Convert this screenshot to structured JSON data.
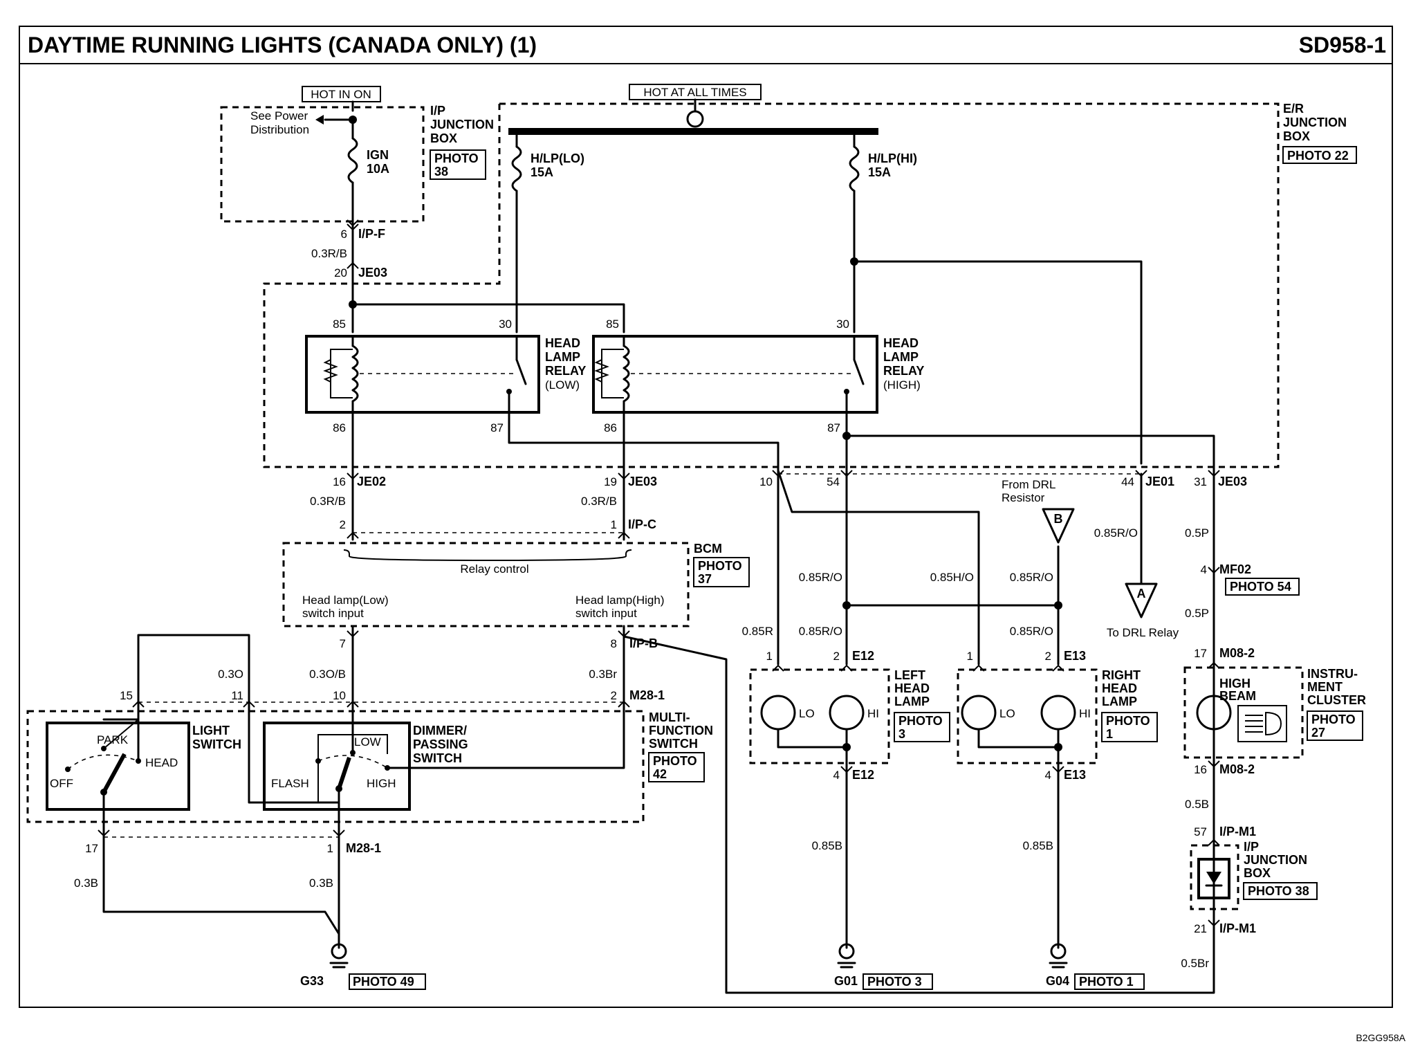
{
  "header": {
    "title": "DAYTIME RUNNING LIGHTS (CANADA ONLY) (1)",
    "code": "SD958-1"
  },
  "footer": {
    "ref": "B2GG958A"
  },
  "power": {
    "hot_in_on": "HOT IN ON",
    "hot_at_all_times": "HOT AT ALL TIMES",
    "see_power_1": "See Power",
    "see_power_2": "Distribution",
    "ign_fuse_1": "IGN",
    "ign_fuse_2": "10A",
    "hlp_lo_1": "H/LP(LO)",
    "hlp_lo_2": "15A",
    "hlp_hi_1": "H/LP(HI)",
    "hlp_hi_2": "15A"
  },
  "boxes": {
    "ip_jb_1": "I/P",
    "ip_jb_2": "JUNCTION",
    "ip_jb_3": "BOX",
    "ip_jb_photo_1": "PHOTO",
    "ip_jb_photo_2": "38",
    "er_jb_1": "E/R",
    "er_jb_2": "JUNCTION",
    "er_jb_3": "BOX",
    "er_jb_photo": "PHOTO 22",
    "relay_low_1": "HEAD",
    "relay_low_2": "LAMP",
    "relay_low_3": "RELAY",
    "relay_low_4": "(LOW)",
    "relay_high_1": "HEAD",
    "relay_high_2": "LAMP",
    "relay_high_3": "RELAY",
    "relay_high_4": "(HIGH)",
    "bcm": "BCM",
    "bcm_photo_1": "PHOTO",
    "bcm_photo_2": "37",
    "relay_control": "Relay control",
    "hl_low_in_1": "Head lamp(Low)",
    "hl_low_in_2": "switch input",
    "hl_high_in_1": "Head lamp(High)",
    "hl_high_in_2": "switch input",
    "light_switch_1": "LIGHT",
    "light_switch_2": "SWITCH",
    "park": "PARK",
    "head": "HEAD",
    "off": "OFF",
    "dimmer_1": "DIMMER/",
    "dimmer_2": "PASSING",
    "dimmer_3": "SWITCH",
    "low": "LOW",
    "flash": "FLASH",
    "high": "HIGH",
    "mfs_1": "MULTI-",
    "mfs_2": "FUNCTION",
    "mfs_3": "SWITCH",
    "mfs_photo_1": "PHOTO",
    "mfs_photo_2": "42",
    "left_lamp_1": "LEFT",
    "left_lamp_2": "HEAD",
    "left_lamp_3": "LAMP",
    "left_photo_1": "PHOTO",
    "left_photo_2": "3",
    "right_lamp_1": "RIGHT",
    "right_lamp_2": "HEAD",
    "right_lamp_3": "LAMP",
    "right_photo_1": "PHOTO",
    "right_photo_2": "1",
    "lo": "LO",
    "hi": "HI",
    "high_beam_1": "HIGH",
    "high_beam_2": "BEAM",
    "cluster_1": "INSTRU-",
    "cluster_2": "MENT",
    "cluster_3": "CLUSTER",
    "cluster_photo_1": "PHOTO",
    "cluster_photo_2": "27",
    "ip_jb2_1": "I/P",
    "ip_jb2_2": "JUNCTION",
    "ip_jb2_3": "BOX",
    "ip_jb2_photo": "PHOTO 38",
    "from_drl_1": "From DRL",
    "from_drl_2": "Resistor",
    "to_drl": "To DRL Relay",
    "conn_b": "B",
    "conn_a": "A",
    "mf02_photo": "PHOTO 54"
  },
  "connectors": {
    "ipf": "I/P-F",
    "je03": "JE03",
    "je02": "JE02",
    "ipc": "I/P-C",
    "ipb": "I/P-B",
    "je01": "JE01",
    "m28": "M28-1",
    "e12": "E12",
    "e13": "E13",
    "mf02": "MF02",
    "m08": "M08-2",
    "ipm1": "I/P-M1"
  },
  "pins": {
    "p6": "6",
    "p20": "20",
    "p85a": "85",
    "p30a": "30",
    "p86a": "86",
    "p87a": "87",
    "p85b": "85",
    "p30b": "30",
    "p86b": "86",
    "p87b": "87",
    "p16": "16",
    "p19": "19",
    "p2": "2",
    "p1": "1",
    "p7": "7",
    "p8": "8",
    "p10": "10",
    "p54": "54",
    "p44": "44",
    "p31": "31",
    "p15": "15",
    "p11": "11",
    "p10b": "10",
    "p2b": "2",
    "p17": "17",
    "p1b": "1",
    "pe12_1": "1",
    "pe12_2": "2",
    "pe12_4": "4",
    "pe13_1": "1",
    "pe13_2": "2",
    "pe13_4": "4",
    "pmf4": "4",
    "pm17": "17",
    "pm16": "16",
    "pi57": "57",
    "pi21": "21"
  },
  "wires": {
    "w_03rb_a": "0.3R/B",
    "w_03rb_b": "0.3R/B",
    "w_03rb_c": "0.3R/B",
    "w_085ro_a": "0.85R/O",
    "w_085ro_b": "0.85R/O",
    "w_085ro_c": "0.85R/O",
    "w_085ro_d": "0.85R/O",
    "w_085ro_e": "0.85R/O",
    "w_085ho": "0.85H/O",
    "w_085r": "0.85R",
    "w_05p_a": "0.5P",
    "w_05p_b": "0.5P",
    "w_03o": "0.3O",
    "w_03ob": "0.3O/B",
    "w_03br": "0.3Br",
    "w_03b_a": "0.3B",
    "w_03b_b": "0.3B",
    "w_085b_a": "0.85B",
    "w_085b_b": "0.85B",
    "w_05b": "0.5B",
    "w_05br": "0.5Br"
  },
  "grounds": {
    "g33": "G33",
    "g33_photo": "PHOTO 49",
    "g01": "G01",
    "g01_photo": "PHOTO 3",
    "g04": "G04",
    "g04_photo": "PHOTO 1"
  }
}
